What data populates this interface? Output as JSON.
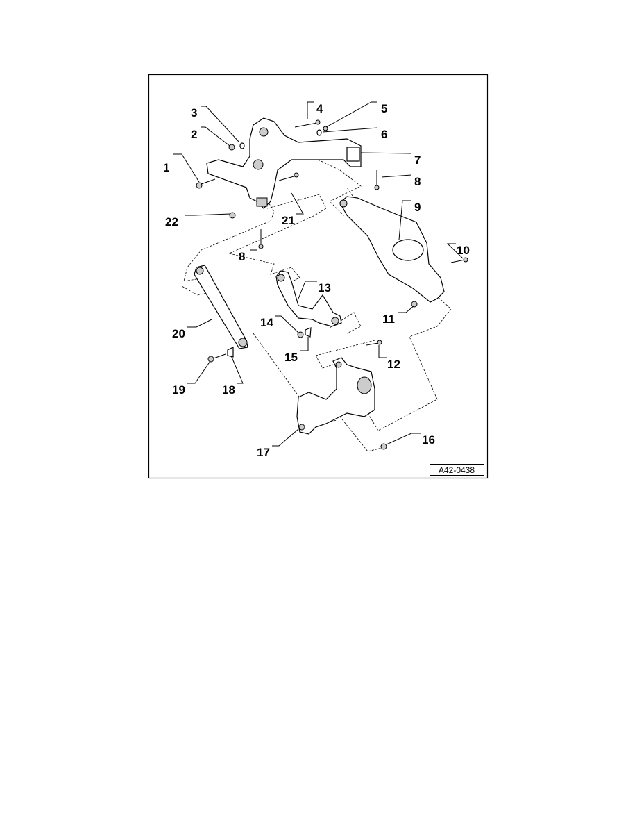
{
  "figure": {
    "code": "A42-0438",
    "labels": [
      "1",
      "2",
      "3",
      "4",
      "5",
      "6",
      "7",
      "8",
      "9",
      "10",
      "11",
      "12",
      "13",
      "14",
      "15",
      "16",
      "17",
      "18",
      "19",
      "20",
      "21",
      "22",
      "8"
    ]
  }
}
